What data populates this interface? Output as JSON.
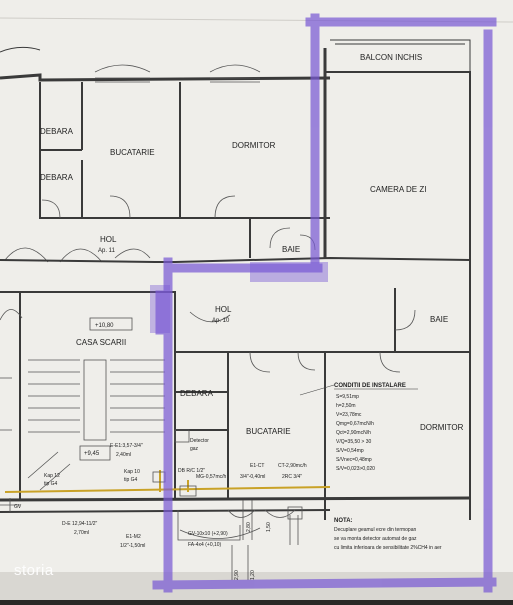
{
  "rooms": {
    "balcon": "BALCON INCHIS",
    "debara_top1": "DEBARA",
    "bucatarie_top": "BUCATARIE",
    "dormitor_top": "DORMITOR",
    "debara_top2": "DEBARA",
    "camera_de_zi": "CAMERA DE ZI",
    "hol_ap11": "HOL",
    "ap11": "Ap. 11",
    "baie_top": "BAIE",
    "hol_ap10": "HOL",
    "ap10": "Ap. 10",
    "baie_right": "BAIE",
    "casa_scarii": "CASA SCARII",
    "level_1080": "+10,80",
    "debara_bottom": "DEBARA",
    "bucatarie_bottom": "BUCATARIE",
    "dormitor_bottom": "DORMITOR",
    "level_945": "+9,45"
  },
  "conditions": {
    "title": "CONDITII DE INSTALARE",
    "lines": [
      "S=9,51mp",
      "h=2,50m",
      "V=23,78mc",
      "Qmg=0,67mcN/h",
      "Qct=2,90mcN/h",
      "V/Q=35,50 > 30",
      "S/V=0,54mp",
      "S/Vnec=0,48mp",
      "S/V=0,023>0,020"
    ]
  },
  "pipe_labels": {
    "e_e1": "E-E1:3,57-3/4\"",
    "e_e1_len": "2,40ml",
    "kap12": "Kap 12",
    "kap12_g": "tip G4",
    "kap10": "Kap 10",
    "kap10_g": "tip G4",
    "detector": "Detector",
    "detector_gaz": "gaz",
    "db_rc": "DB R/C 1/2\"",
    "mg": "MG-0,57mc/h",
    "mg2": "3/4\"-0,40ml",
    "e1_ct": "E1-CT",
    "ct": "CT-2,90mc/h",
    "ct2": "2RC 3/4\"",
    "d_e": "D-E 12,94-11/2\"",
    "d_e_len": "2,70ml",
    "e1_m2": "E1-M2",
    "e1_m2_len": "1/2\"-1,50ml",
    "gv_left": "GV",
    "gv10": "GV-10x10 (+2,90)",
    "fa": "FA-4x4 (+0,10)",
    "dim_280": "2,80",
    "dim_150": "1,50",
    "dim_290": "2,90",
    "dim_120": "1,20"
  },
  "note": {
    "title": "NOTA:",
    "lines": [
      "Decuplare geamul ecre din termopan",
      "se va monta detector automat de gaz",
      "cu limita inferioara de sensibilitate 2%CH4 in aer"
    ]
  },
  "watermark": "storia",
  "colors": {
    "paper": "#efeeea",
    "highlight": "#7a5bd4",
    "gas_line": "#c9a227"
  }
}
